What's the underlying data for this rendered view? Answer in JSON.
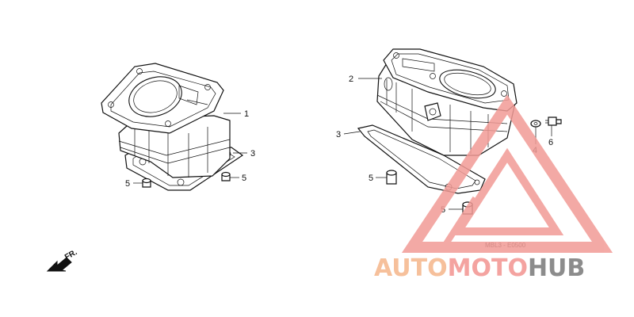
{
  "diagram": {
    "callouts": {
      "c1": "1",
      "c2": "2",
      "c3a": "3",
      "c3b": "3",
      "c4": "4",
      "c5a": "5",
      "c5b": "5",
      "c5c": "5",
      "c5d": "5",
      "c6": "6"
    },
    "front_label": "FR.",
    "drawing_code": "MBL3 - E0500"
  },
  "watermark": {
    "text_part1": "AUTO",
    "text_part2": "MOTO",
    "text_part3": "HUB",
    "colors": {
      "triangle": "#f29b96",
      "auto": "#f6c09b",
      "moto": "#f4a3a0",
      "hub": "#8c8c8c"
    }
  }
}
